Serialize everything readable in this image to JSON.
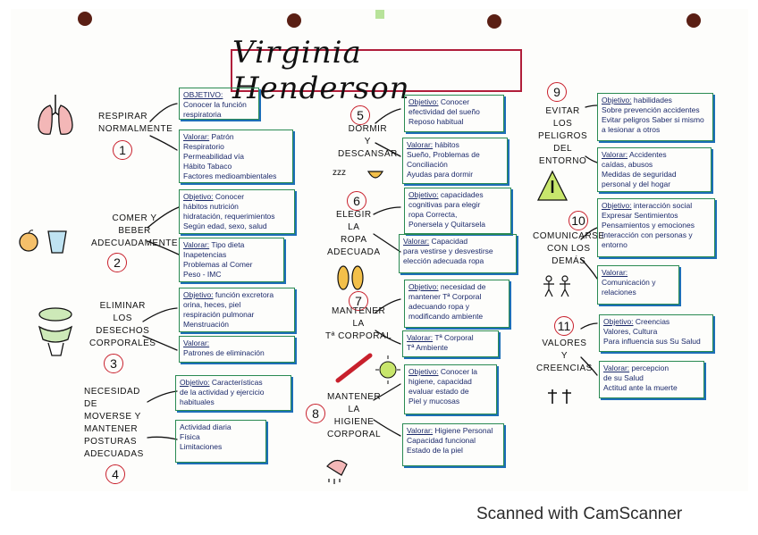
{
  "title": "Virginia Henderson",
  "watermark": "Scanned with CamScanner",
  "colors": {
    "title_frame": "#b01e3a",
    "circle": "#c8202c",
    "box_border": "#2a8a52",
    "box_shadow": "#1d6fb8",
    "box_text": "#1c2a6b",
    "holes": "#5a1f14"
  },
  "needs": [
    {
      "number": "1",
      "label": "RESPIRAR\nNORMALMENTE",
      "boxes": [
        {
          "lead": "OBJETIVO:",
          "text": "\nConocer la función\nrespiratoria"
        },
        {
          "lead": "Valorar:",
          "text": " Patrón\nRespiratorio\nPermeabilidad vía\nHábito Tabaco\nFactores medioambientales"
        }
      ]
    },
    {
      "number": "2",
      "label": "COMER Y\nBEBER\nADECUADAMENTE",
      "boxes": [
        {
          "lead": "Objetivo:",
          "text": " Conocer\nhábitos nutrición\nhidratación, requerimientos\nSegún edad, sexo, salud"
        },
        {
          "lead": "Valorar:",
          "text": " Tipo dieta\nInapetencias\nProblemas al Comer\nPeso - IMC"
        }
      ]
    },
    {
      "number": "3",
      "label": "ELIMINAR\nLOS\nDESECHOS\nCORPORALES",
      "boxes": [
        {
          "lead": "Objetivo:",
          "text": " función excretora\norina, heces, piel\nrespiración pulmonar\nMenstruación"
        },
        {
          "lead": "Valorar:",
          "text": "\nPatrones de eliminación"
        }
      ]
    },
    {
      "number": "4",
      "label": "NECESIDAD\nDE\nMOVERSE Y\nMANTENER\nPOSTURAS\nADECUADAS",
      "boxes": [
        {
          "lead": "Objetivo:",
          "text": " Características\nde la actividad y ejercicio\nhabituales"
        },
        {
          "lead": "",
          "text": "Actividad diaria\nFísica\nLimitaciones"
        }
      ]
    },
    {
      "number": "5",
      "label": "DORMIR\nY\nDESCANSAR",
      "boxes": [
        {
          "lead": "Objetivo:",
          "text": " Conocer\nefectividad del sueño\nReposo habitual"
        },
        {
          "lead": "Valorar:",
          "text": " hábitos\nSueño, Problemas de\nConciliación\nAyudas para dormir"
        }
      ]
    },
    {
      "number": "6",
      "label": "ELEGIR\nLA\nROPA\nADECUADA",
      "boxes": [
        {
          "lead": "Objetivo:",
          "text": " capacidades\ncognitivas para elegir\nropa Correcta,\nPonersela y Quitarsela"
        },
        {
          "lead": "Valorar:",
          "text": " Capacidad\npara vestirse y desvestirse\nelección adecuada ropa"
        }
      ]
    },
    {
      "number": "7",
      "label": "MANTENER\nLA\nTª CORPORAL",
      "boxes": [
        {
          "lead": "Objetivo:",
          "text": " necesidad de\nmantener Tª Corporal\nadecuando ropa y\nmodificando ambiente"
        },
        {
          "lead": "Valorar:",
          "text": " Tª Corporal\nTª Ambiente"
        }
      ]
    },
    {
      "number": "8",
      "label": "MANTENER\nLA\nHIGIENE\nCORPORAL",
      "boxes": [
        {
          "lead": "Objetivo:",
          "text": " Conocer la\nhigiene, capacidad\nevaluar estado de\nPiel y mucosas"
        },
        {
          "lead": "Valorar:",
          "text": " Higiene Personal\nCapacidad funcional\nEstado de la piel"
        }
      ]
    },
    {
      "number": "9",
      "label": "EVITAR\nLOS\nPELIGROS\nDEL\nENTORNO",
      "boxes": [
        {
          "lead": "Objetivo:",
          "text": " habilidades\nSobre prevención accidentes\nEvitar peligros Saber si mismo\na lesionar a otros"
        },
        {
          "lead": "Valorar:",
          "text": " Accidentes\ncaídas, abusos\nMedidas de seguridad\npersonal y del hogar"
        }
      ]
    },
    {
      "number": "10",
      "label": "COMUNICARSE\nCON LOS\nDEMÁS",
      "boxes": [
        {
          "lead": "Objetivo:",
          "text": " interacción social\nExpresar Sentimientos\nPensamientos y emociones\nInteracción con personas y\nentorno"
        },
        {
          "lead": "Valorar:",
          "text": "\nComunicación y\nrelaciones"
        }
      ]
    },
    {
      "number": "11",
      "label": "VALORES\nY\nCREENCIAS",
      "boxes": [
        {
          "lead": "Objetivo:",
          "text": " Creencias\nValores, Cultura\nPara influencia sus Su Salud"
        },
        {
          "lead": "Valorar:",
          "text": " percepcion\nde su Salud\nActitud ante la muerte"
        }
      ]
    }
  ]
}
